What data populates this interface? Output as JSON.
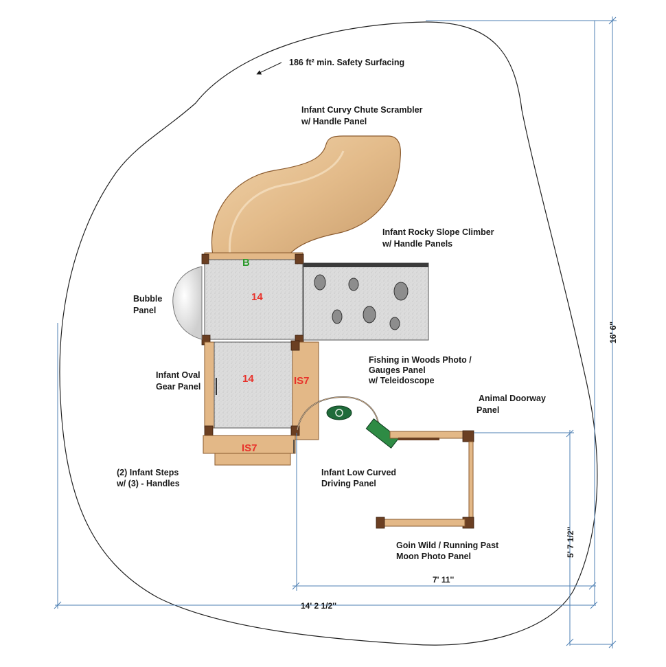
{
  "surfacing": {
    "note": "186 ft² min. Safety Surfacing"
  },
  "components": {
    "chute": {
      "line1": "Infant Curvy Chute Scrambler",
      "line2": "w/ Handle Panel"
    },
    "climber": {
      "line1": "Infant Rocky Slope Climber",
      "line2": "w/ Handle Panels"
    },
    "bubble": {
      "line1": "Bubble",
      "line2": "Panel"
    },
    "gear": {
      "line1": "Infant Oval",
      "line2": "Gear Panel"
    },
    "fishing": {
      "line1": "Fishing in Woods Photo /",
      "line2": "Gauges Panel",
      "line3": "w/ Teleidoscope"
    },
    "doorway": {
      "line1": "Animal Doorway",
      "line2": "Panel"
    },
    "steps": {
      "line1": "(2) Infant Steps",
      "line2": "w/ (3) - Handles"
    },
    "driving": {
      "line1": "Infant Low Curved",
      "line2": "Driving Panel"
    },
    "moon": {
      "line1": "Goin Wild / Running Past",
      "line2": "Moon Photo Panel"
    }
  },
  "deck_codes": {
    "top_deck": "14",
    "lower_deck": "14",
    "side_step": "IS7",
    "bottom_step": "IS7",
    "barrier": "B"
  },
  "dimensions": {
    "total_height": "16' 6''",
    "total_width": "14' 2 1/2''",
    "area_width": "7' 11''",
    "area_height": "5' 7 1/2''"
  }
}
